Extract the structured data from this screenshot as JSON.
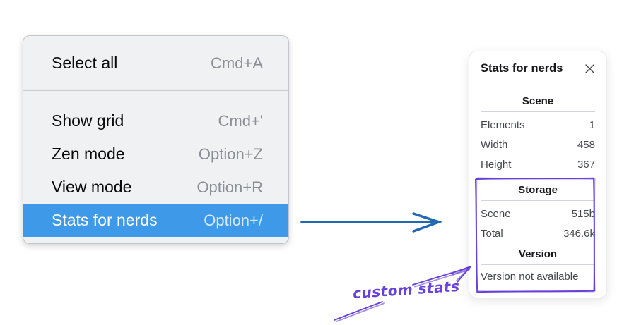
{
  "colors": {
    "menu_bg": "#f0f1f3",
    "menu_border": "#c2c6cb",
    "menu_text": "#0b0b0c",
    "shortcut_text": "#8a8f95",
    "highlight_bg": "#3e9ae9",
    "highlight_text": "#ffffff",
    "highlight_shortcut": "#d6e9fb",
    "divider": "#c6c9cd",
    "panel_heading": "#18181c",
    "panel_text": "#44464b",
    "hr": "#d4d4da",
    "blue_arrow": "#2269b3",
    "purple": "#6741d9"
  },
  "context_menu": {
    "groups": [
      {
        "items": [
          {
            "label": "Select all",
            "shortcut": "Cmd+A",
            "selected": false
          }
        ]
      },
      {
        "items": [
          {
            "label": "Show grid",
            "shortcut": "Cmd+'",
            "selected": false
          },
          {
            "label": "Zen mode",
            "shortcut": "Option+Z",
            "selected": false
          },
          {
            "label": "View mode",
            "shortcut": "Option+R",
            "selected": false
          },
          {
            "label": "Stats for nerds",
            "shortcut": "Option+/",
            "selected": true
          }
        ]
      }
    ]
  },
  "stats_panel": {
    "title": "Stats for nerds",
    "close_icon": "✕",
    "scene_section": {
      "heading": "Scene",
      "rows": [
        {
          "label": "Elements",
          "value": "1"
        },
        {
          "label": "Width",
          "value": "458"
        },
        {
          "label": "Height",
          "value": "367"
        }
      ]
    },
    "storage_section": {
      "heading": "Storage",
      "rows": [
        {
          "label": "Scene",
          "value": "515b"
        },
        {
          "label": "Total",
          "value": "346.6k"
        }
      ]
    },
    "version_section": {
      "heading": "Version",
      "note": "Version not available"
    }
  },
  "annotation": {
    "label": "custom stats"
  }
}
